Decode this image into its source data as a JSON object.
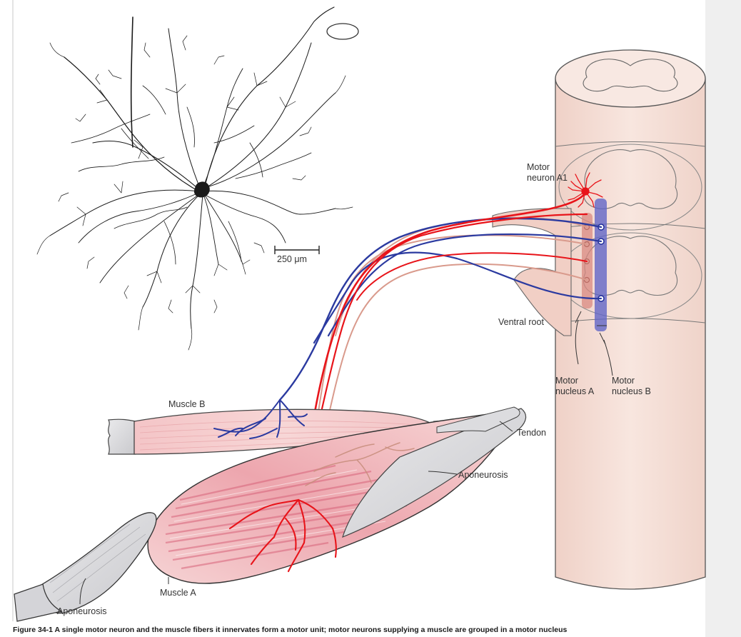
{
  "colors": {
    "page_background": "#ffffff",
    "side_panel": "#efefef",
    "red_axon": "#e8141a",
    "blue_axon": "#2b3aa0",
    "pale_axon": "#d99a8c",
    "muscle_pink": "#f4c7c8",
    "muscle_deep": "#d8637a",
    "cord_tissue": "#f6dcd4",
    "tendon_grey": "#d9d9db",
    "neuron_ink": "#1a1a1a"
  },
  "labels": {
    "scale_bar": "250 μm",
    "motor_neuron": [
      "Motor",
      "neuron A1"
    ],
    "ventral_root": "Ventral root",
    "nucleus_a": [
      "Motor",
      "nucleus A"
    ],
    "nucleus_b": [
      "Motor",
      "nucleus B"
    ],
    "muscle_b": "Muscle B",
    "tendon": "Tendon",
    "aponeurosis_right": "Aponeurosis",
    "muscle_a": "Muscle A",
    "aponeurosis_bottom": "Aponeurosis"
  },
  "caption": "Figure 34-1 A single motor neuron and the muscle fibers it innervates form a motor unit; motor neurons supplying a muscle are grouped in a motor nucleus"
}
